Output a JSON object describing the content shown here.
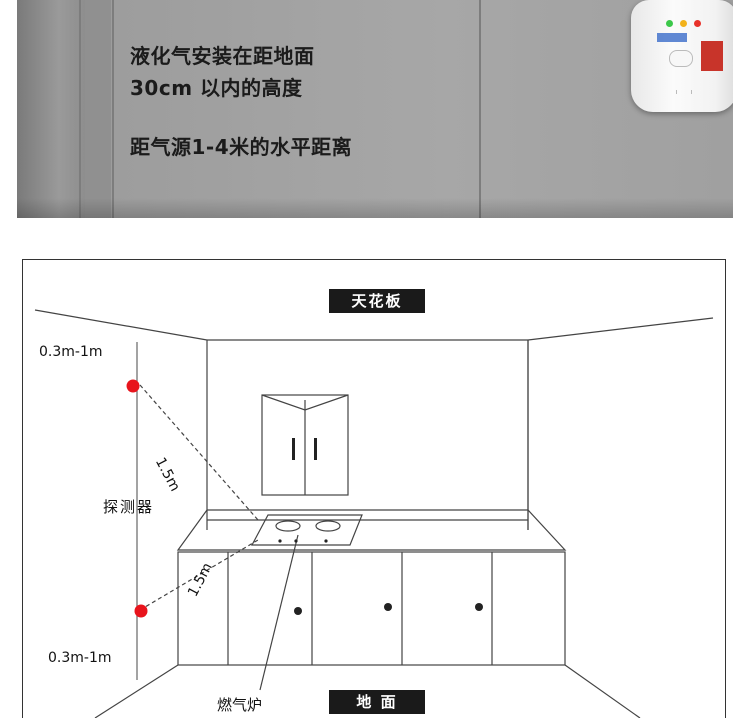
{
  "banner": {
    "line1": "液化气安装在距地面",
    "line2": "30cm 以内的高度",
    "line3": "距气源1-4米的水平距离"
  },
  "diagram": {
    "ceiling_label": "天花板",
    "floor_label": "地 面",
    "top_range": "0.3m-1m",
    "bottom_range": "0.3m-1m",
    "detector_label": "探测器",
    "stove_label": "燃气炉",
    "distance_upper": "1.5m",
    "distance_lower": "1.5m"
  },
  "colors": {
    "detector_dot": "#e8141c",
    "tag_bg": "#1a1a1a"
  }
}
